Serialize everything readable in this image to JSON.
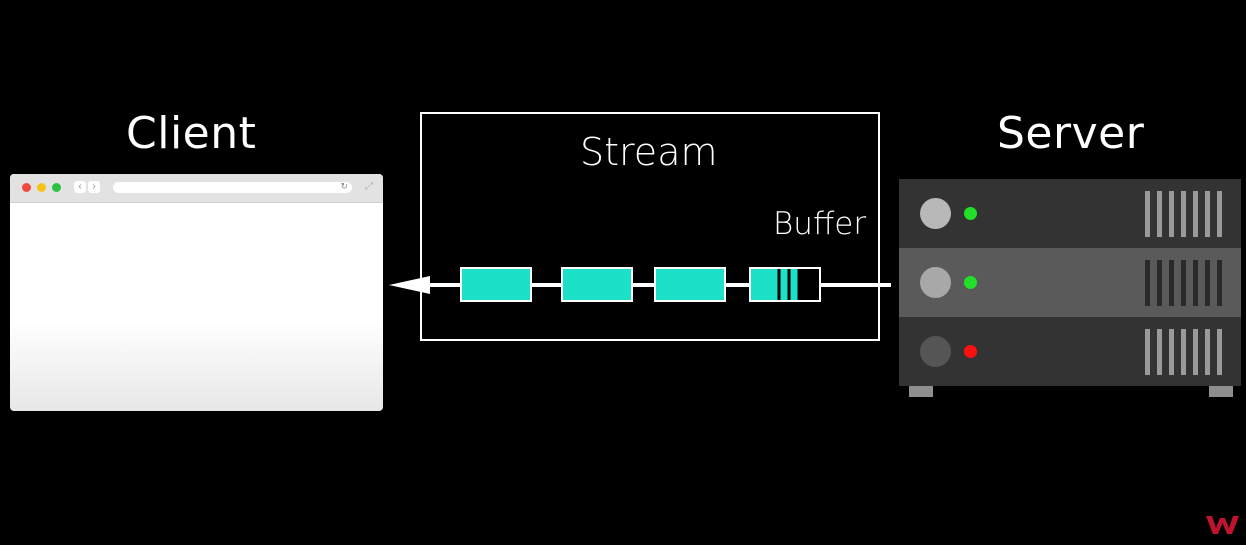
{
  "client": {
    "title": "Client"
  },
  "server": {
    "title": "Server"
  },
  "stream": {
    "label": "Stream",
    "buffer_label": "Buffer",
    "chunk_count": 4,
    "arrow_direction": "server-to-client"
  },
  "colors": {
    "background": "#000000",
    "chunk": "#1de0c8",
    "led_ok": "#22e02a",
    "led_error": "#ff1010",
    "logo": "#c0142e"
  },
  "server_units": [
    {
      "led": "green",
      "disk_color": "#b8b8b8"
    },
    {
      "led": "green",
      "disk_color": "#a8a8a8"
    },
    {
      "led": "red",
      "disk_color": "#555555"
    }
  ],
  "icons": {
    "logo": "w-logo-icon",
    "browser_reload": "reload-icon",
    "browser_expand": "expand-icon"
  }
}
